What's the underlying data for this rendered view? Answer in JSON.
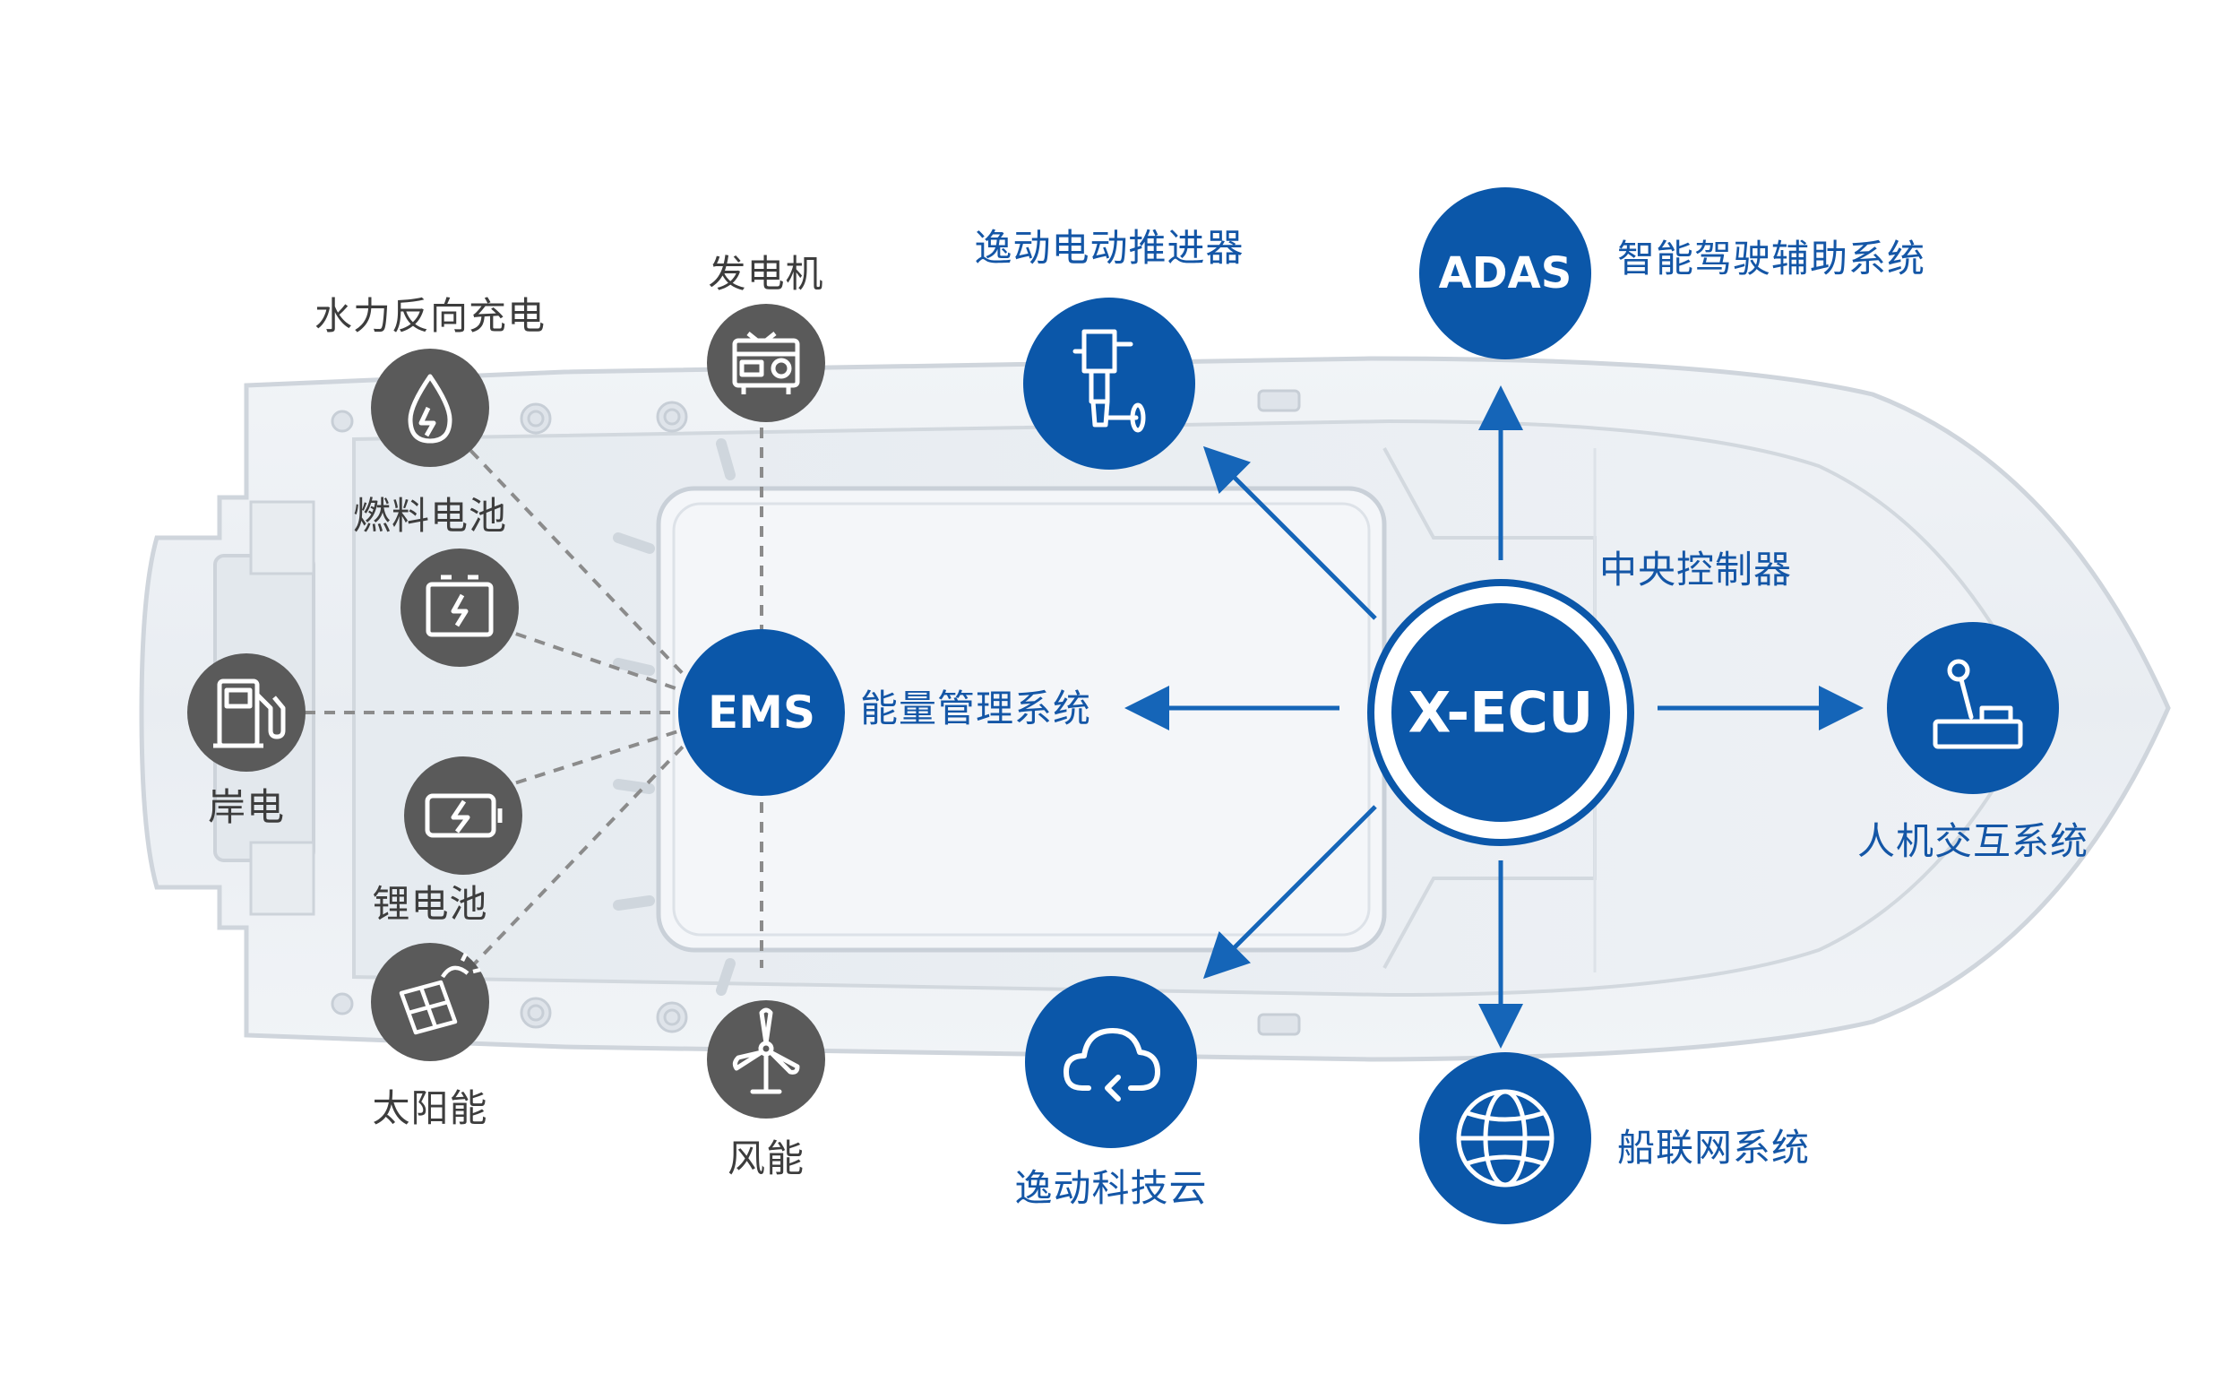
{
  "colors": {
    "blue": "#0b57a9",
    "gray_node": "#5a5a5a",
    "boat_fill": "#eef2f6",
    "boat_line": "#cdd3da"
  },
  "sources": [
    {
      "id": "hydro",
      "label": "水力反向充电",
      "icon": "water-drop-icon"
    },
    {
      "id": "generator",
      "label": "发电机",
      "icon": "generator-icon"
    },
    {
      "id": "fuel-cell",
      "label": "燃料电池",
      "icon": "battery-charge-icon"
    },
    {
      "id": "shore",
      "label": "岸电",
      "icon": "fuel-pump-icon"
    },
    {
      "id": "lithium",
      "label": "锂电池",
      "icon": "lithium-battery-icon"
    },
    {
      "id": "solar",
      "label": "太阳能",
      "icon": "solar-panel-icon"
    },
    {
      "id": "wind",
      "label": "风能",
      "icon": "wind-turbine-icon"
    }
  ],
  "ems": {
    "name": "EMS",
    "label": "能量管理系统"
  },
  "ecu": {
    "name": "X-ECU",
    "label": "中央控制器"
  },
  "systems": [
    {
      "id": "propulsion",
      "label": "逸动电动推进器",
      "icon": "outboard-motor-icon"
    },
    {
      "id": "adas",
      "name": "ADAS",
      "label": "智能驾驶辅助系统"
    },
    {
      "id": "hmi",
      "label": "人机交互系统",
      "icon": "joystick-icon"
    },
    {
      "id": "cloud",
      "label": "逸动科技云",
      "icon": "cloud-icon"
    },
    {
      "id": "iot",
      "label": "船联网系统",
      "icon": "globe-icon"
    }
  ]
}
